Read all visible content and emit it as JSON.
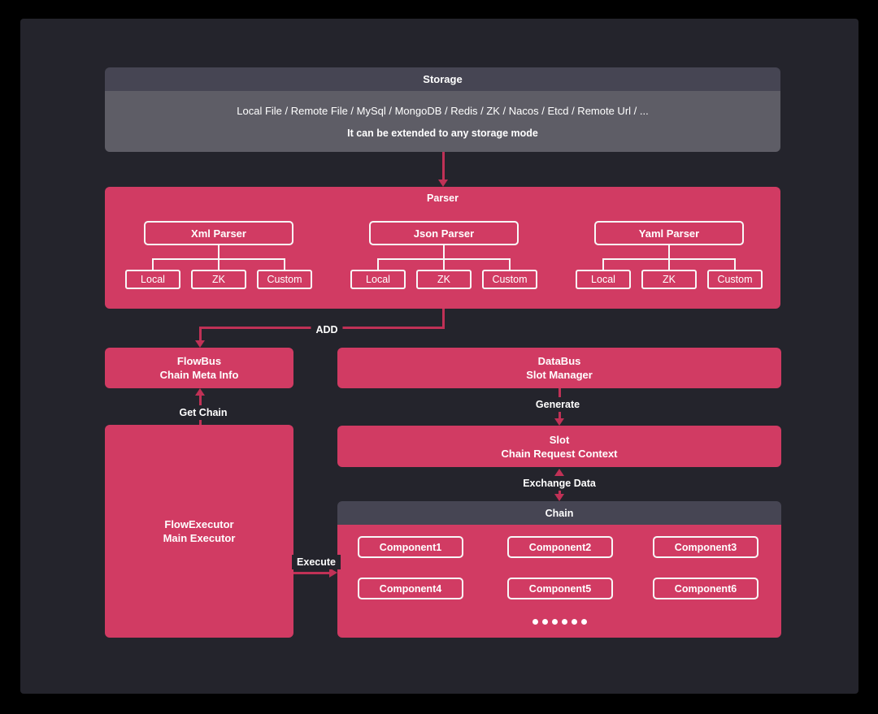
{
  "colors": {
    "background": "#000000",
    "panel": "#24242c",
    "accent_pink": "#d13b63",
    "gray_header": "#464553",
    "gray_body": "#5e5d66",
    "arrow_red": "#c03156",
    "wire_white": "#f8f8f8",
    "text_white": "#ffffff"
  },
  "storage": {
    "title": "Storage",
    "line1": "Local File / Remote File / MySql / MongoDB / Redis / ZK / Nacos / Etcd / Remote Url / ...",
    "line2": "It can be extended to any storage mode"
  },
  "parser": {
    "title": "Parser",
    "groups": [
      {
        "label": "Xml Parser",
        "children": [
          "Local",
          "ZK",
          "Custom"
        ]
      },
      {
        "label": "Json Parser",
        "children": [
          "Local",
          "ZK",
          "Custom"
        ]
      },
      {
        "label": "Yaml Parser",
        "children": [
          "Local",
          "ZK",
          "Custom"
        ]
      }
    ]
  },
  "edges": {
    "add": "ADD",
    "get_chain": "Get Chain",
    "generate": "Generate",
    "exchange_data": "Exchange Data",
    "execute": "Execute"
  },
  "flowbus": {
    "line1": "FlowBus",
    "line2": "Chain Meta Info"
  },
  "databus": {
    "line1": "DataBus",
    "line2": "Slot Manager"
  },
  "slot": {
    "line1": "Slot",
    "line2": "Chain Request Context"
  },
  "flowexecutor": {
    "line1": "FlowExecutor",
    "line2": "Main Executor"
  },
  "chain": {
    "title": "Chain",
    "components": [
      "Component1",
      "Component2",
      "Component3",
      "Component4",
      "Component5",
      "Component6"
    ],
    "more_dots": 6
  }
}
